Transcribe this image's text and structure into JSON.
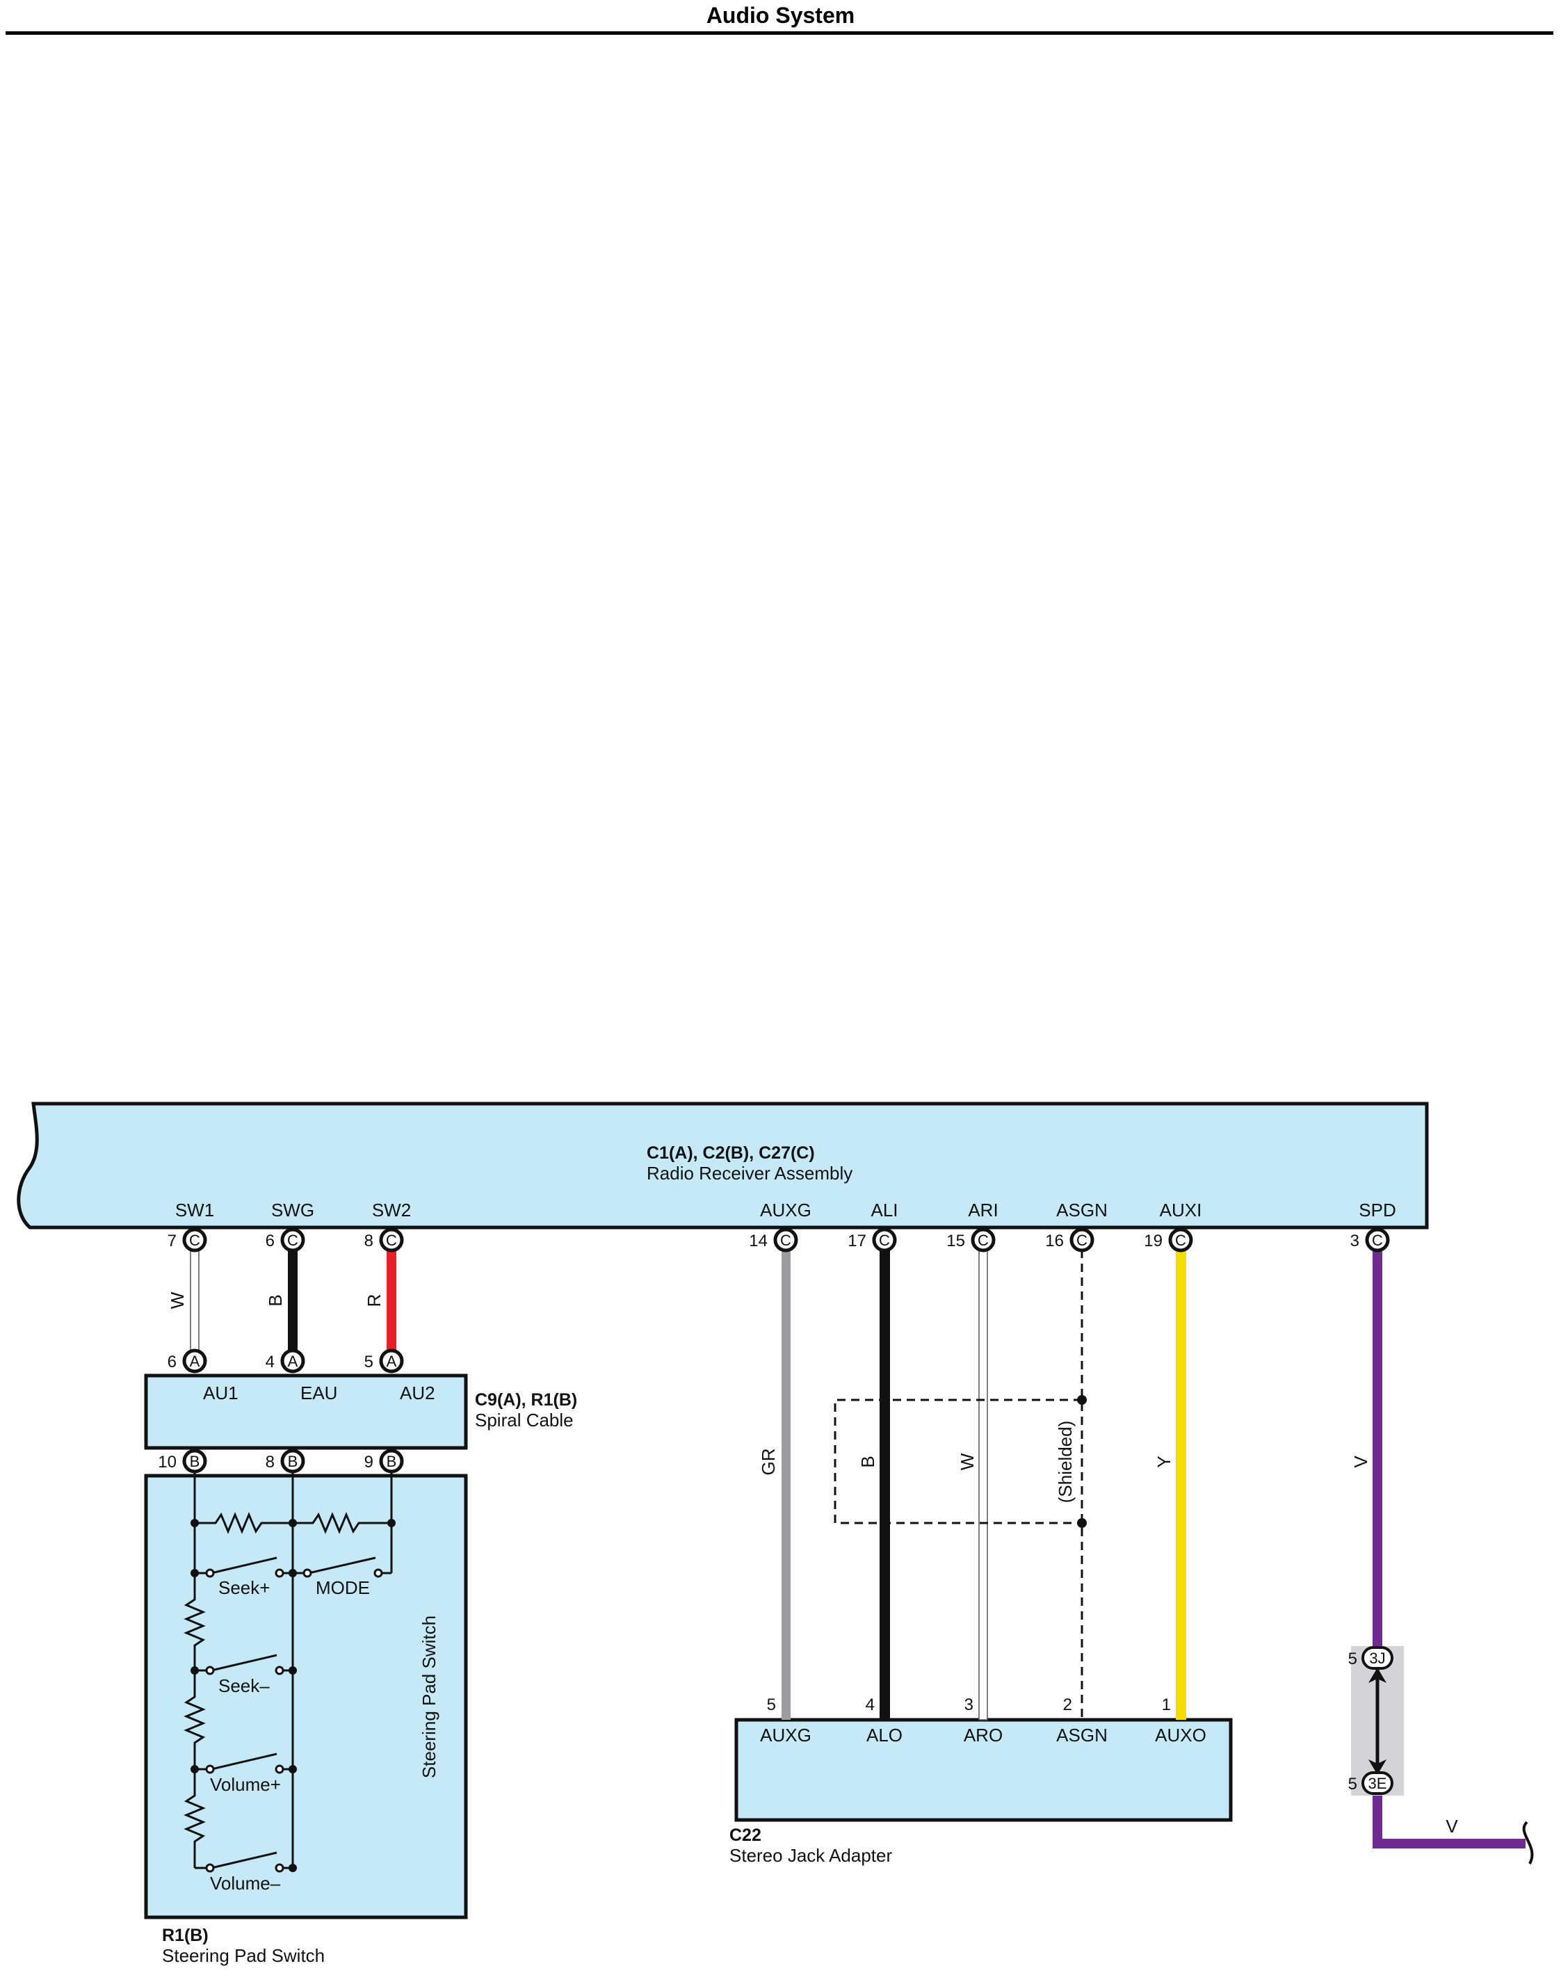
{
  "title": "Audio System",
  "colors": {
    "component_fill": "#c6e9f8",
    "wire_white": "#ffffff",
    "wire_black": "#111111",
    "wire_red": "#e8202a",
    "wire_gray": "#9d9d9f",
    "wire_yellow": "#f7dc00",
    "wire_violet": "#6e2a8e",
    "junction_fill": "#d4d4d6"
  },
  "radio": {
    "connectors": "C1(A), C2(B), C27(C)",
    "name": "Radio Receiver Assembly",
    "terminals": [
      {
        "label": "SW1",
        "pin": "7",
        "conn": "C"
      },
      {
        "label": "SWG",
        "pin": "6",
        "conn": "C"
      },
      {
        "label": "SW2",
        "pin": "8",
        "conn": "C"
      },
      {
        "label": "AUXG",
        "pin": "14",
        "conn": "C"
      },
      {
        "label": "ALI",
        "pin": "17",
        "conn": "C"
      },
      {
        "label": "ARI",
        "pin": "15",
        "conn": "C"
      },
      {
        "label": "ASGN",
        "pin": "16",
        "conn": "C"
      },
      {
        "label": "AUXI",
        "pin": "19",
        "conn": "C"
      },
      {
        "label": "SPD",
        "pin": "3",
        "conn": "C"
      }
    ]
  },
  "wires": [
    {
      "color_code": "W",
      "color": "#ffffff"
    },
    {
      "color_code": "B",
      "color": "#111111"
    },
    {
      "color_code": "R",
      "color": "#e8202a"
    },
    {
      "color_code": "GR",
      "color": "#9d9d9f"
    },
    {
      "color_code": "B",
      "color": "#111111"
    },
    {
      "color_code": "W",
      "color": "#ffffff"
    },
    {
      "color_code": "(Shielded)",
      "color": "#111111"
    },
    {
      "color_code": "Y",
      "color": "#f7dc00"
    },
    {
      "color_code": "V",
      "color": "#6e2a8e"
    }
  ],
  "spiral": {
    "connectors": "C9(A), R1(B)",
    "name": "Spiral Cable",
    "terminals": [
      {
        "label": "AU1",
        "top_pin": "6",
        "top_conn": "A",
        "bottom_pin": "10",
        "bottom_conn": "B"
      },
      {
        "label": "EAU",
        "top_pin": "4",
        "top_conn": "A",
        "bottom_pin": "8",
        "bottom_conn": "B"
      },
      {
        "label": "AU2",
        "top_pin": "5",
        "top_conn": "A",
        "bottom_pin": "9",
        "bottom_conn": "B"
      }
    ]
  },
  "steering": {
    "connector": "R1(B)",
    "name": "Steering Pad Switch",
    "inner_label": "Steering Pad Switch",
    "switches": [
      "Seek+",
      "MODE",
      "Seek–",
      "Volume+",
      "Volume–"
    ]
  },
  "jack": {
    "connector": "C22",
    "name": "Stereo Jack Adapter",
    "terminals": [
      {
        "label": "AUXG",
        "pin": "5"
      },
      {
        "label": "ALO",
        "pin": "4"
      },
      {
        "label": "ARO",
        "pin": "3"
      },
      {
        "label": "ASGN",
        "pin": "2"
      },
      {
        "label": "AUXO",
        "pin": "1"
      }
    ]
  },
  "junction": {
    "top": {
      "pin": "5",
      "conn": "3J"
    },
    "bottom": {
      "pin": "5",
      "conn": "3E"
    },
    "out_wire": "V"
  }
}
